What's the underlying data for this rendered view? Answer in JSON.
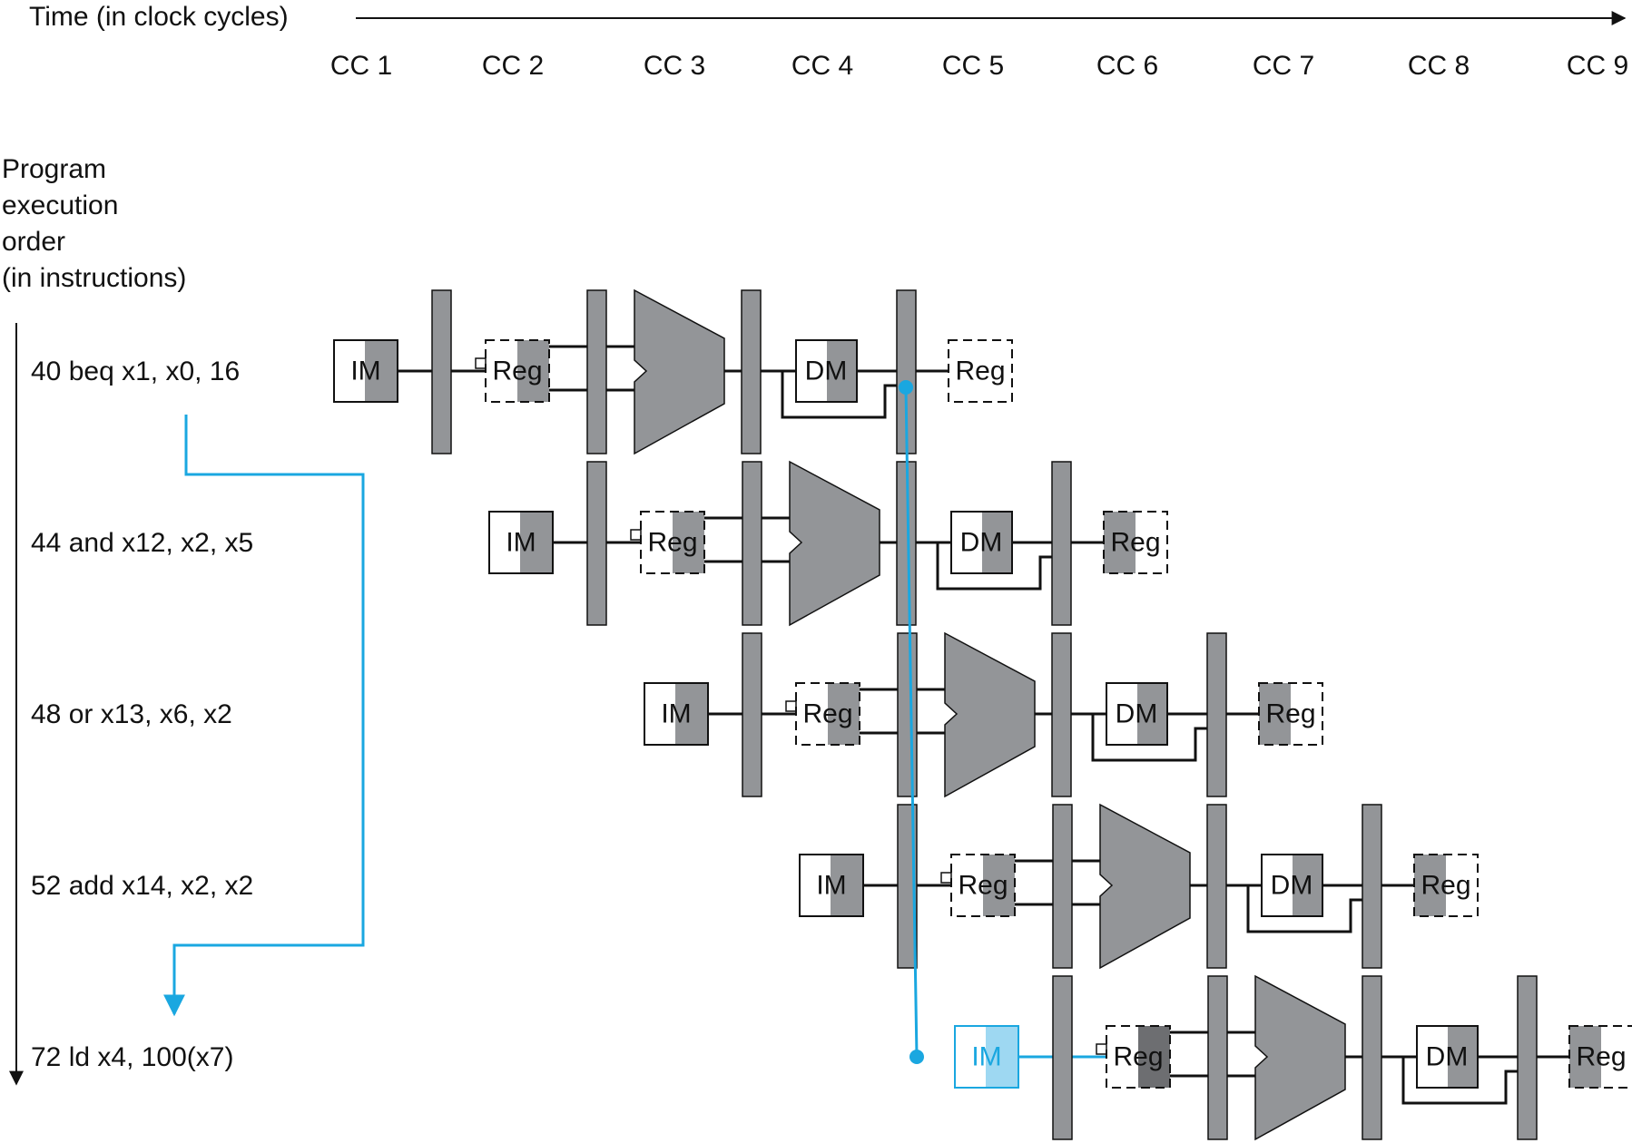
{
  "time_axis": {
    "label": "Time (in clock cycles)",
    "cycles": [
      "CC 1",
      "CC 2",
      "CC 3",
      "CC 4",
      "CC 5",
      "CC 6",
      "CC 7",
      "CC 8",
      "CC 9"
    ]
  },
  "order_axis": {
    "label_lines": [
      "Program",
      "execution",
      "order",
      "(in instructions)"
    ]
  },
  "stage_labels": {
    "instruction_memory": "IM",
    "register_file": "Reg",
    "data_memory": "DM"
  },
  "instructions": [
    {
      "label": "40 beq x1, x0, 16",
      "highlight_fetch": false
    },
    {
      "label": "44 and x12, x2, x5",
      "highlight_fetch": false
    },
    {
      "label": "48 or x13, x6, x2",
      "highlight_fetch": false
    },
    {
      "label": "52 add x14, x2, x2",
      "highlight_fetch": false
    },
    {
      "label": "72 ld x4, 100(x7)",
      "highlight_fetch": true
    }
  ],
  "colors": {
    "ink": "#111111",
    "stage_gray": "#939598",
    "stage_dark": "#6d6e71",
    "accent_blue": "#1aa7e0",
    "accent_blue_fill": "#9ed8f2"
  }
}
